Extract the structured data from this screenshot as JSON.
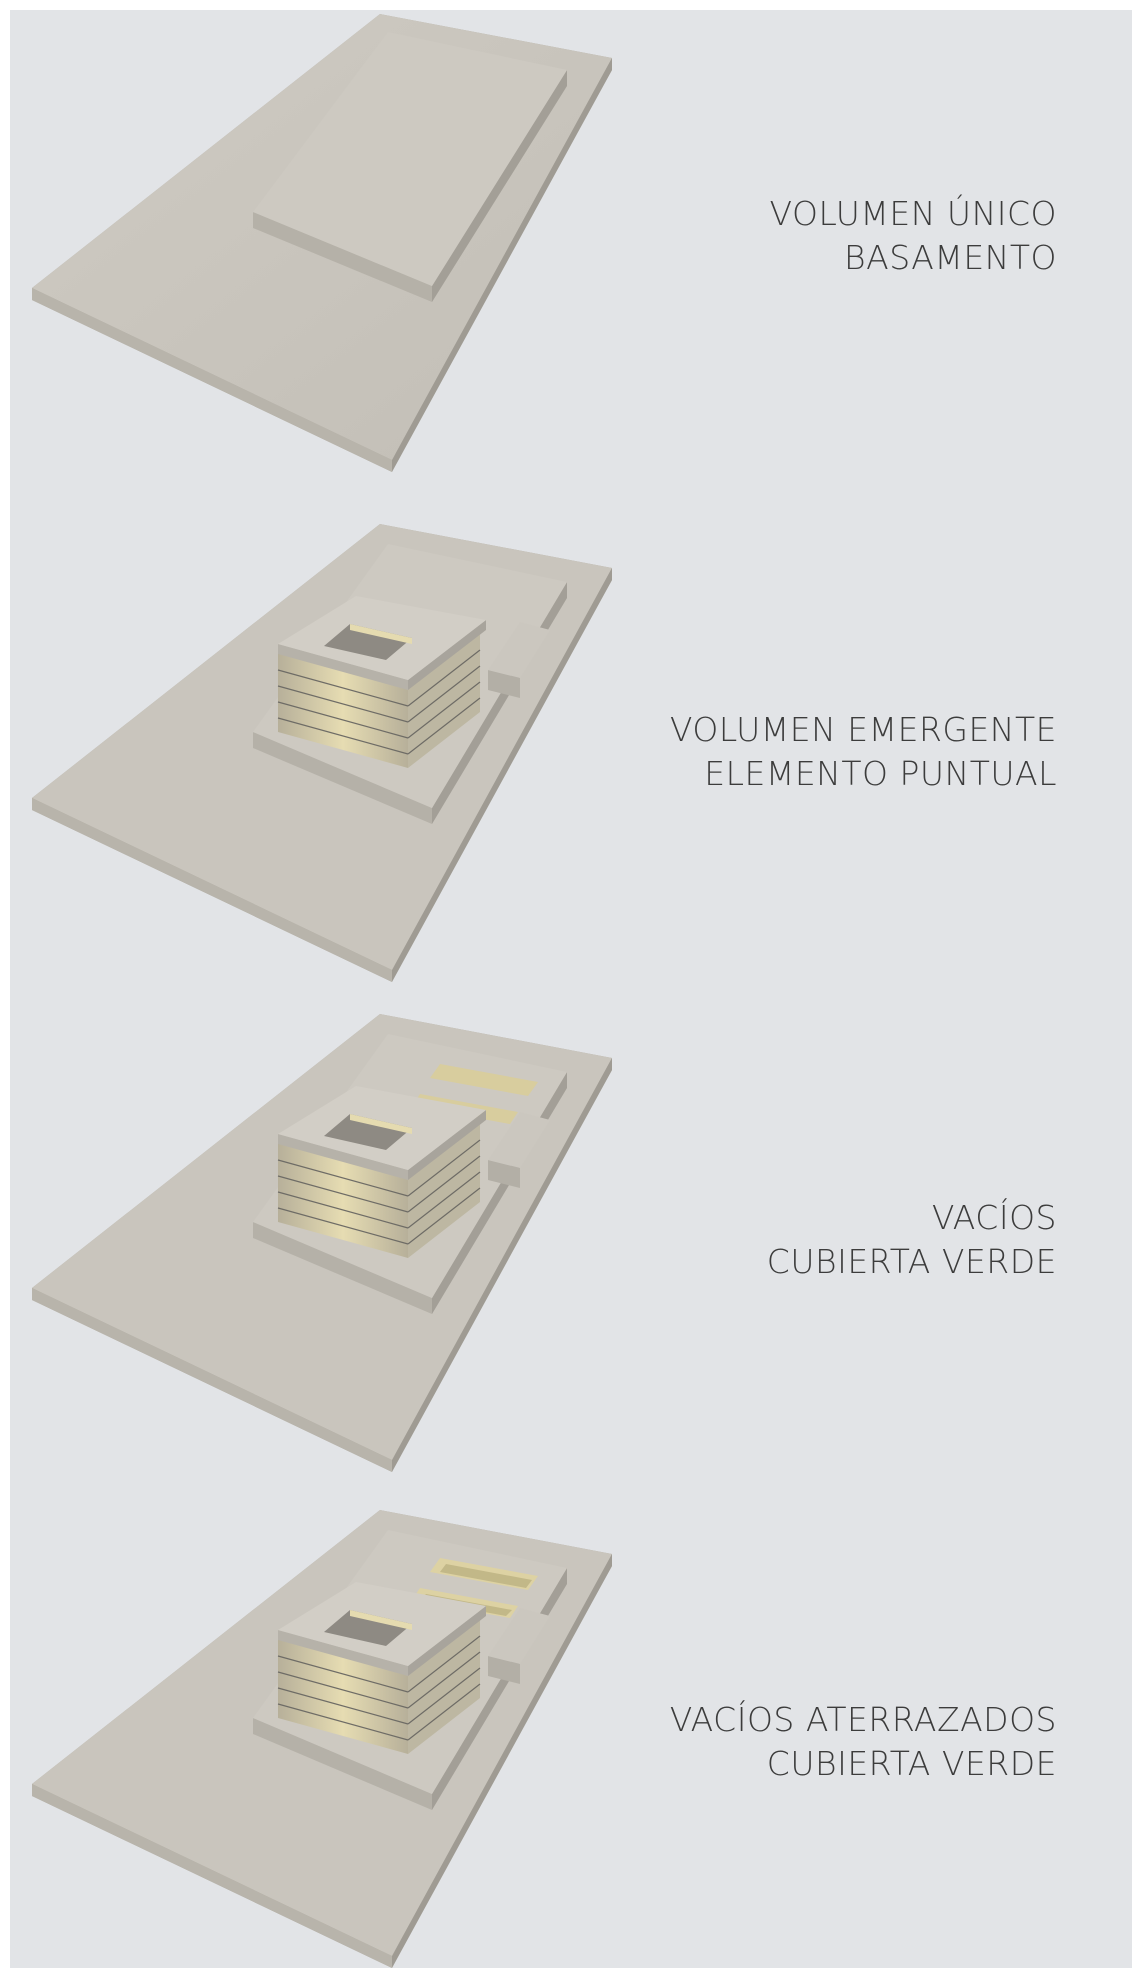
{
  "panels": [
    {
      "line1": "VOLUMEN ÚNICO",
      "line2": "BASAMENTO"
    },
    {
      "line1": "VOLUMEN EMERGENTE",
      "line2": "ELEMENTO PUNTUAL"
    },
    {
      "line1": "VACÍOS",
      "line2": "CUBIERTA VERDE"
    },
    {
      "line1": "VACÍOS ATERRAZADOS",
      "line2": "CUBIERTA VERDE"
    }
  ],
  "colors": {
    "background": "#e2e4e7",
    "slab_top": "#c9c5bd",
    "slab_side": "#a9a59d",
    "glass_glow": "#d9cfa4",
    "text": "#3c3c3c"
  }
}
